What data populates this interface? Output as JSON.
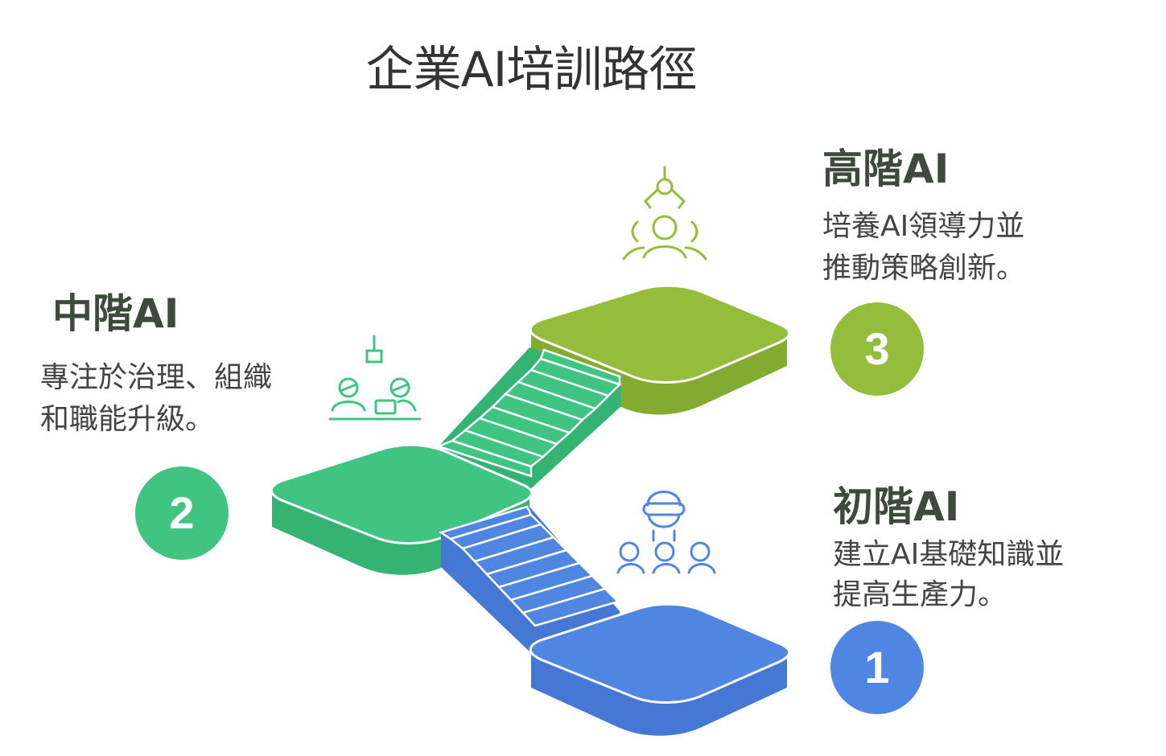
{
  "title": "企業AI培訓路徑",
  "stages": [
    {
      "number": "1",
      "title": "初階AI",
      "description_line1": "建立AI基礎知識並",
      "description_line2": "提高生產力。",
      "color": "#4f86e2",
      "icon": "vr-headset-group-icon"
    },
    {
      "number": "2",
      "title": "中階AI",
      "description_line1": "專注於治理、組織",
      "description_line2": "和職能升級。",
      "color": "#3fc482",
      "icon": "team-meeting-icon"
    },
    {
      "number": "3",
      "title": "高階AI",
      "description_line1": "培養AI領導力並",
      "description_line2": "推動策略創新。",
      "color": "#93bd3b",
      "icon": "leader-robot-arm-icon"
    }
  ]
}
